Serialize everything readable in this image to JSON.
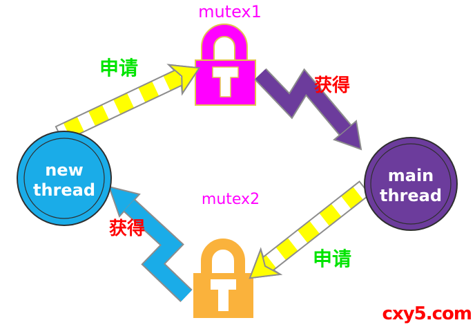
{
  "diagram": {
    "title_implicit": "mutex deadlock",
    "locks": {
      "mutex1": {
        "label": "mutex1"
      },
      "mutex2": {
        "label": "mutex2"
      }
    },
    "nodes": {
      "new_thread": {
        "line1": "new",
        "line2": "thread"
      },
      "main_thread": {
        "line1": "main",
        "line2": "thread"
      }
    },
    "edges": {
      "new_thread_requests_mutex1": {
        "label": "申请",
        "meaning": "request"
      },
      "main_thread_acquires_mutex1": {
        "label": "获得",
        "meaning": "acquire"
      },
      "main_thread_requests_mutex2": {
        "label": "申请",
        "meaning": "request"
      },
      "new_thread_acquires_mutex2": {
        "label": "获得",
        "meaning": "acquire"
      }
    },
    "watermark": "cxy5.com"
  },
  "colors": {
    "magenta": "#FF00FF",
    "gold": "#E3C34D",
    "blue": "#1AACE8",
    "purple": "#6C3C9C",
    "orange": "#FAB23C",
    "yellow": "#FFFF00",
    "green": "#00E400",
    "red": "#FF0000",
    "white": "#FFFFFF",
    "arrow_outline": "#8C8C8C",
    "node_outline": "#2E2E2E"
  }
}
